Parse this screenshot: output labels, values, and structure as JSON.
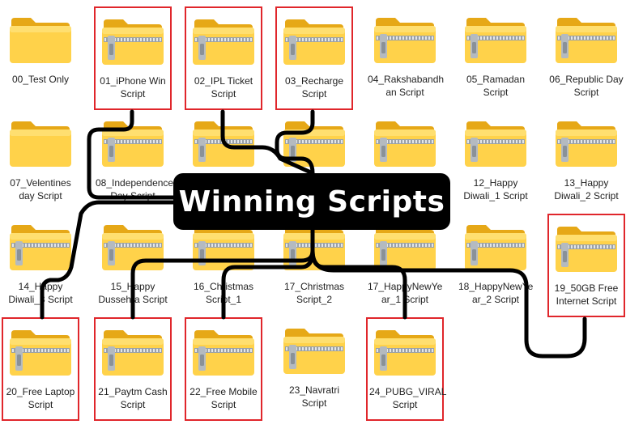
{
  "banner": {
    "text": "Winning Scripts"
  },
  "folders": [
    {
      "label": "00_Test Only",
      "zip": false,
      "hl": false
    },
    {
      "label": "01_iPhone Win\nScript",
      "zip": true,
      "hl": true
    },
    {
      "label": "02_IPL Ticket\nScript",
      "zip": true,
      "hl": true
    },
    {
      "label": "03_Recharge\nScript",
      "zip": true,
      "hl": true
    },
    {
      "label": "04_Rakshabandh\nan Script",
      "zip": true,
      "hl": false
    },
    {
      "label": "05_Ramadan\nScript",
      "zip": true,
      "hl": false
    },
    {
      "label": "06_Republic Day\nScript",
      "zip": true,
      "hl": false
    },
    {
      "label": "07_Velentines\nday Script",
      "zip": false,
      "hl": false
    },
    {
      "label": "08_Independence\nDay Script",
      "zip": true,
      "hl": false
    },
    {
      "label": "",
      "zip": true,
      "hl": false
    },
    {
      "label": "",
      "zip": true,
      "hl": false
    },
    {
      "label": "",
      "zip": true,
      "hl": false
    },
    {
      "label": "12_Happy\nDiwali_1 Script",
      "zip": true,
      "hl": false
    },
    {
      "label": "13_Happy\nDiwali_2 Script",
      "zip": true,
      "hl": false
    },
    {
      "label": "14_Happy\nDiwali_3 Script",
      "zip": true,
      "hl": false
    },
    {
      "label": "15_Happy\nDussehra Script",
      "zip": true,
      "hl": false
    },
    {
      "label": "16_Christmas\nScript_1",
      "zip": true,
      "hl": false
    },
    {
      "label": "17_Christmas\nScript_2",
      "zip": true,
      "hl": false
    },
    {
      "label": "17_HappyNewYe\nar_1 Script",
      "zip": true,
      "hl": false
    },
    {
      "label": "18_HappyNewYe\nar_2 Script",
      "zip": true,
      "hl": false
    },
    {
      "label": "19_50GB Free\nInternet Script",
      "zip": true,
      "hl": true
    },
    {
      "label": "20_Free Laptop\nScript",
      "zip": true,
      "hl": true
    },
    {
      "label": "21_Paytm Cash\nScript",
      "zip": true,
      "hl": true
    },
    {
      "label": "22_Free Mobile\nScript",
      "zip": true,
      "hl": true
    },
    {
      "label": "23_Navratri\nScript",
      "zip": true,
      "hl": false
    },
    {
      "label": "24_PUBG_VIRAL\nScript",
      "zip": true,
      "hl": true
    }
  ]
}
